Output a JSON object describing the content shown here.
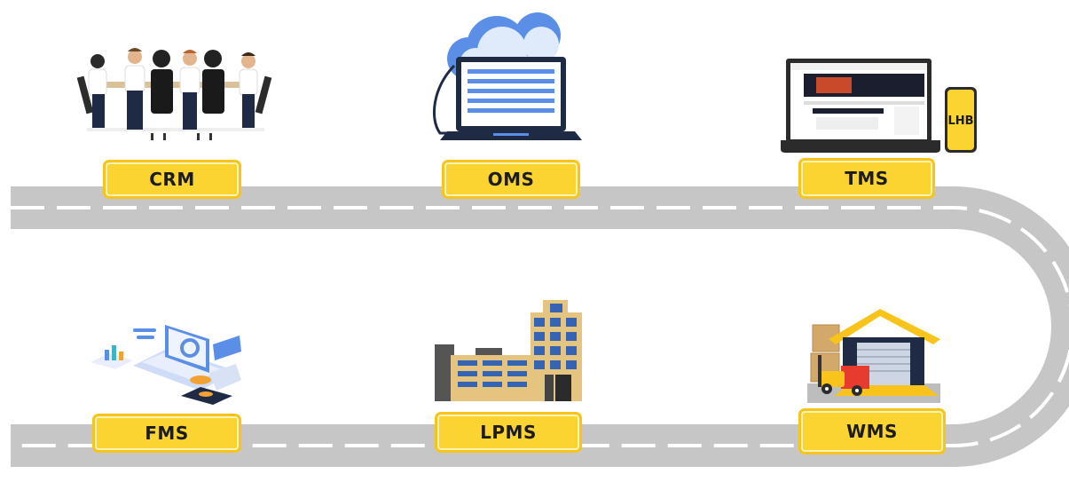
{
  "stations": {
    "crm": {
      "label": "CRM",
      "icon": "team-meeting-icon"
    },
    "oms": {
      "label": "OMS",
      "icon": "cloud-laptop-icon"
    },
    "tms": {
      "label": "TMS",
      "icon": "laptop-phone-icon"
    },
    "fms": {
      "label": "FMS",
      "icon": "isometric-finance-laptop-icon"
    },
    "lpms": {
      "label": "LPMS",
      "icon": "factory-building-icon"
    },
    "wms": {
      "label": "WMS",
      "icon": "warehouse-forklift-icon"
    }
  },
  "phone_badge": "LHB",
  "colors": {
    "road": "#c6c6c6",
    "road_dash": "#ffffff",
    "label_fill": "#fbd431",
    "label_border": "#f8c41b",
    "accent_blue": "#5b8ee6",
    "dark_navy": "#1f2a44"
  }
}
